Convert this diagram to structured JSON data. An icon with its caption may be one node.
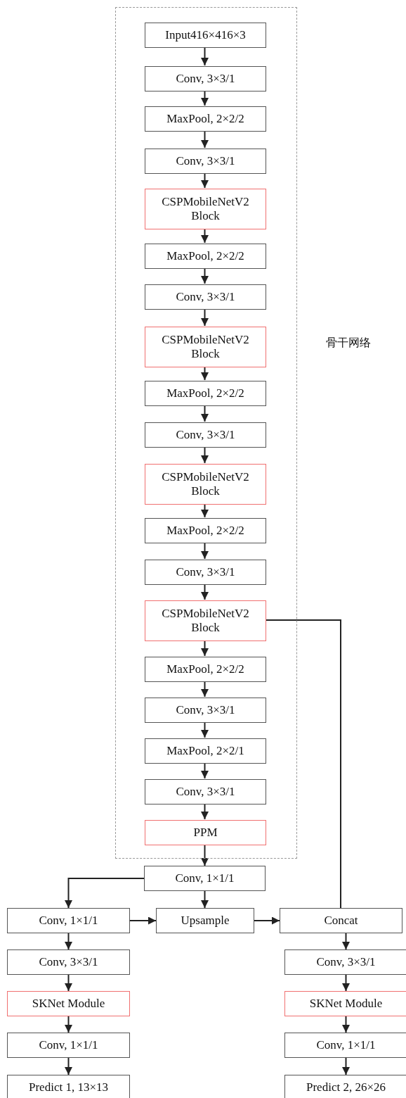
{
  "diagram": {
    "nodes": [
      {
        "text": [
          "骨干网络"
        ]
      },
      {
        "text": [
          "Input416×416×3"
        ],
        "in": 0
      },
      {
        "text": [
          "Conv, 3×3/1"
        ],
        "in": 0
      },
      {
        "text": [
          "MaxPool, 2×2/2"
        ],
        "in": 0
      },
      {
        "text": [
          "Conv, 3×3/1"
        ],
        "in": 0
      },
      {
        "text": [
          "CSPMobileNetV2 Block"
        ],
        "in": 0
      },
      {
        "text": [
          "MaxPool, 2×2/2"
        ],
        "in": 0
      },
      {
        "text": [
          "Conv, 3×3/1"
        ],
        "in": 0
      },
      {
        "text": [
          "CSPMobileNetV2 Block"
        ],
        "in": 0
      },
      {
        "text": [
          "MaxPool, 2×2/2"
        ],
        "in": 0
      },
      {
        "text": [
          "Conv, 3×3/1"
        ],
        "in": 0
      },
      {
        "text": [
          "CSPMobileNetV2 Block"
        ],
        "in": 0
      },
      {
        "text": [
          "MaxPool, 2×2/2"
        ],
        "in": 0
      },
      {
        "text": [
          "Conv, 3×3/1"
        ],
        "in": 0
      },
      {
        "text": [
          "CSPMobileNetV2 Block"
        ],
        "in": 0
      },
      {
        "text": [
          "MaxPool, 2×2/2"
        ],
        "in": 0
      },
      {
        "text": [
          "Conv, 3×3/1"
        ],
        "in": 0
      },
      {
        "text": [
          "MaxPool, 2×2/1"
        ],
        "in": 0
      },
      {
        "text": [
          "Conv, 3×3/1"
        ],
        "in": 0
      },
      {
        "text": [
          "PPM"
        ],
        "in": 0
      },
      {
        "text": [
          "Conv, 1×1/1"
        ]
      },
      {
        "text": [
          "Conv, 1×1/1"
        ]
      },
      {
        "text": [
          "Upsample"
        ]
      },
      {
        "text": [
          "Concat"
        ]
      },
      {
        "text": [
          "Conv, 3×3/1"
        ]
      },
      {
        "text": [
          "SKNet Module"
        ]
      },
      {
        "text": [
          "Conv, 1×1/1"
        ]
      },
      {
        "text": [
          "Predict 1, 13×13"
        ]
      },
      {
        "text": [
          "Conv, 3×3/1"
        ]
      },
      {
        "text": [
          "SKNet Module"
        ]
      },
      {
        "text": [
          "Conv, 1×1/1"
        ]
      },
      {
        "text": [
          "Predict 2, 26×26"
        ]
      }
    ],
    "edges": [
      {
        "from": 1,
        "to": 2,
        "arrow": "to"
      },
      {
        "from": 2,
        "to": 3,
        "arrow": "to"
      },
      {
        "from": 3,
        "to": 4,
        "arrow": "to"
      },
      {
        "from": 4,
        "to": 5,
        "arrow": "to"
      },
      {
        "from": 5,
        "to": 6,
        "arrow": "to"
      },
      {
        "from": 6,
        "to": 7,
        "arrow": "to"
      },
      {
        "from": 7,
        "to": 8,
        "arrow": "to"
      },
      {
        "from": 8,
        "to": 9,
        "arrow": "to"
      },
      {
        "from": 9,
        "to": 10,
        "arrow": "to"
      },
      {
        "from": 10,
        "to": 11,
        "arrow": "to"
      },
      {
        "from": 11,
        "to": 12,
        "arrow": "to"
      },
      {
        "from": 12,
        "to": 13,
        "arrow": "to"
      },
      {
        "from": 13,
        "to": 14,
        "arrow": "to"
      },
      {
        "from": 14,
        "to": 15,
        "arrow": "to"
      },
      {
        "from": 15,
        "to": 16,
        "arrow": "to"
      },
      {
        "from": 16,
        "to": 17,
        "arrow": "to"
      },
      {
        "from": 17,
        "to": 18,
        "arrow": "to"
      },
      {
        "from": 18,
        "to": 19,
        "arrow": "to"
      },
      {
        "from": 19,
        "to": 20,
        "arrow": "to"
      },
      {
        "from": 20,
        "to": 21,
        "arrow": "to"
      },
      {
        "from": 20,
        "to": 22,
        "arrow": "to"
      },
      {
        "from": 21,
        "to": 22,
        "arrow": "to"
      },
      {
        "from": 22,
        "to": 23,
        "arrow": "to"
      },
      {
        "from": 14,
        "to": 23,
        "arrow": "none"
      },
      {
        "from": 21,
        "to": 24,
        "arrow": "to"
      },
      {
        "from": 24,
        "to": 25,
        "arrow": "to"
      },
      {
        "from": 25,
        "to": 26,
        "arrow": "to"
      },
      {
        "from": 26,
        "to": 27,
        "arrow": "to"
      },
      {
        "from": 23,
        "to": 28,
        "arrow": "to"
      },
      {
        "from": 28,
        "to": 29,
        "arrow": "to"
      },
      {
        "from": 29,
        "to": 30,
        "arrow": "to"
      },
      {
        "from": 30,
        "to": 31,
        "arrow": "to"
      }
    ]
  }
}
